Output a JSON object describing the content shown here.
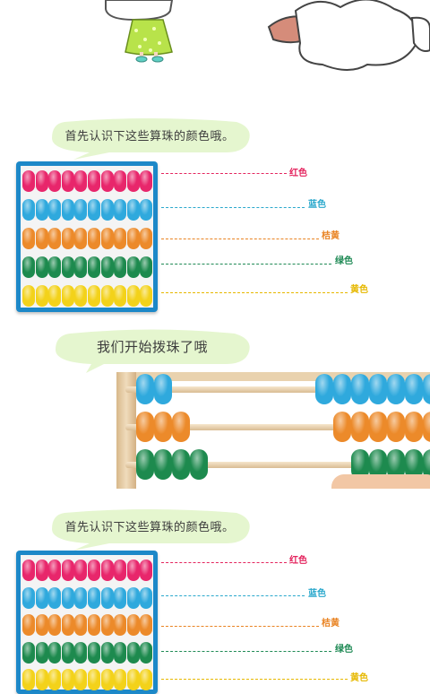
{
  "sections": [
    {
      "bubble_text": "首先认识下这些算珠的颜色哦。",
      "labels": [
        {
          "text": "红色",
          "color": "#e4245e"
        },
        {
          "text": "蓝色",
          "color": "#2aa8cc"
        },
        {
          "text": "桔黄",
          "color": "#e98322"
        },
        {
          "text": "绿色",
          "color": "#1f8a55"
        },
        {
          "text": "黄色",
          "color": "#e6b800"
        }
      ]
    },
    {
      "bubble_text": "我们开始拨珠了哦"
    },
    {
      "bubble_text": "首先认识下这些算珠的颜色哦。",
      "labels": [
        {
          "text": "红色",
          "color": "#e4245e"
        },
        {
          "text": "蓝色",
          "color": "#2aa8cc"
        },
        {
          "text": "桔黄",
          "color": "#e98322"
        },
        {
          "text": "绿色",
          "color": "#1f8a55"
        },
        {
          "text": "黄色",
          "color": "#e6b800"
        }
      ]
    }
  ],
  "bead_colors": {
    "red": "#e8266b",
    "blue": "#2fa9dd",
    "orange": "#ec8a2a",
    "green": "#1d8a4e",
    "yellow": "#f3d21a"
  }
}
